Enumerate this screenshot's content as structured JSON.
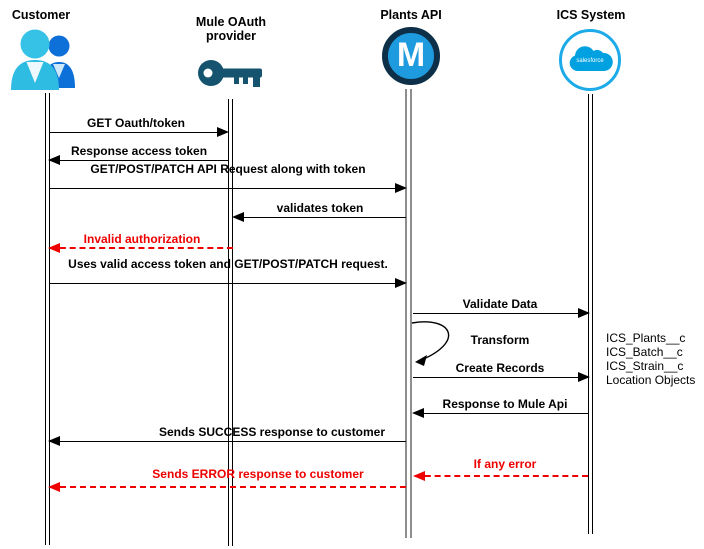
{
  "actors": [
    {
      "name": "Customer",
      "icon": "people-icon"
    },
    {
      "name": "Mule OAuth provider",
      "icon": "key-icon"
    },
    {
      "name": "Plants API",
      "icon": "mulesoft-logo-icon",
      "logo_letter": "M"
    },
    {
      "name": "ICS System",
      "icon": "salesforce-cloud-icon",
      "logo_text": "salesforce"
    }
  ],
  "messages": [
    {
      "label": "GET Oauth/token",
      "from": "Customer",
      "to": "Mule OAuth provider",
      "style": "solid"
    },
    {
      "label": "Response access token",
      "from": "Mule OAuth provider",
      "to": "Customer",
      "style": "solid"
    },
    {
      "label": "GET/POST/PATCH API Request along with token",
      "from": "Customer",
      "to": "Plants API",
      "style": "solid"
    },
    {
      "label": "validates token",
      "from": "Plants API",
      "to": "Mule OAuth provider",
      "style": "solid"
    },
    {
      "label": "Invalid authorization",
      "from": "Mule OAuth provider",
      "to": "Customer",
      "style": "dashed-error"
    },
    {
      "label": "Uses valid access token and GET/POST/PATCH request.",
      "from": "Customer",
      "to": "Plants API",
      "style": "solid"
    },
    {
      "label": "Validate Data",
      "from": "Plants API",
      "to": "ICS System",
      "style": "solid"
    },
    {
      "label": "Transform",
      "from": "Plants API",
      "to": "Plants API",
      "style": "self-loop"
    },
    {
      "label": "Create Records",
      "from": "Plants API",
      "to": "ICS System",
      "style": "solid"
    },
    {
      "label": "Response to Mule Api",
      "from": "ICS System",
      "to": "Plants API",
      "style": "solid"
    },
    {
      "label": "Sends SUCCESS response to customer",
      "from": "Plants API",
      "to": "Customer",
      "style": "solid"
    },
    {
      "label": "If any error",
      "from": "ICS System",
      "to": "Plants API",
      "style": "dashed-error"
    },
    {
      "label": "Sends ERROR response to customer",
      "from": "Plants API",
      "to": "Customer",
      "style": "dashed-error"
    }
  ],
  "ics_note": {
    "lines": [
      "ICS_Plants__c",
      "ICS_Batch__c",
      "ICS_Strain__c",
      "Location Objects"
    ]
  },
  "colors": {
    "error_red": "#ee0000",
    "mule_blue": "#1e9ade",
    "mule_ring": "#0d2f47",
    "salesforce_blue": "#00a1e0",
    "key_teal": "#16536e",
    "person_front": "#2fbce2",
    "person_back": "#0d6fd8"
  }
}
